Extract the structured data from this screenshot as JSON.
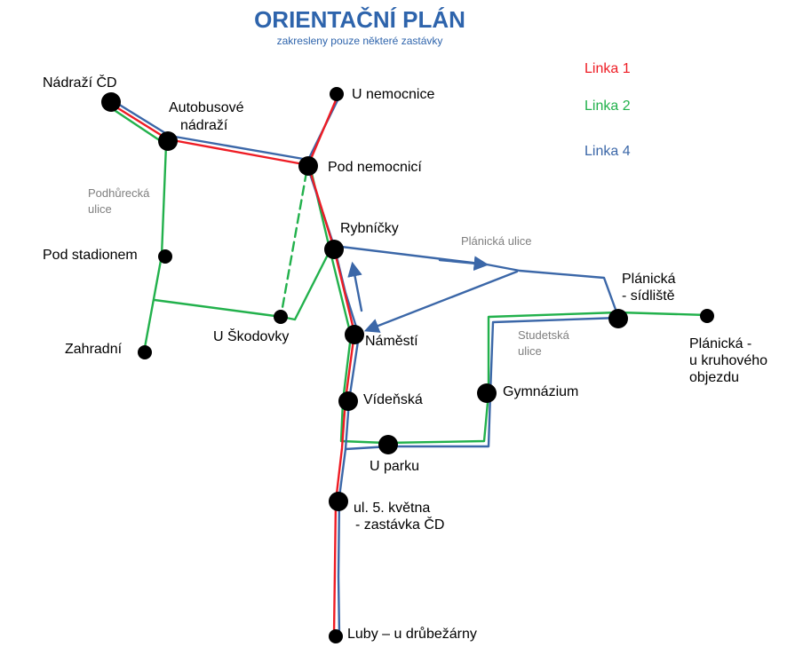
{
  "header": {
    "title": "ORIENTAČNÍ PLÁN",
    "subtitle": "zakresleny pouze některé zastávky"
  },
  "colors": {
    "linka1": "#ee1c24",
    "linka2": "#22b14c",
    "linka4": "#3b67a8",
    "title": "#2e64ac",
    "street_label": "#7f7f7f",
    "stop": "#000000"
  },
  "legend": {
    "linka1": "Linka 1",
    "linka2": "Linka 2",
    "linka4": "Linka 4"
  },
  "stops": {
    "nadrazi_cd": "Nádraží ČD",
    "autobusove_nadrazi": [
      "Autobusové",
      "nádraží"
    ],
    "u_nemocnice": "U nemocnice",
    "pod_nemocnici": "Pod nemocnicí",
    "rybnicky": "Rybníčky",
    "pod_stadionem": "Pod stadionem",
    "zahradni": "Zahradní",
    "u_skodovky": "U Škodovky",
    "namesti": "Náměstí",
    "videnska": "Vídeňská",
    "u_parku": "U parku",
    "gymnazium": "Gymnázium",
    "planicka_sidliste": [
      "Plánická",
      "- sídliště"
    ],
    "planicka_kruhovy": [
      "Plánická -",
      "u kruhového",
      "objezdu"
    ],
    "ul_5_kvetna": [
      "ul. 5. května",
      "- zastávka ČD"
    ],
    "luby": "Luby – u drůbežárny"
  },
  "streets": {
    "podhurecka": [
      "Podhůrecká",
      "ulice"
    ],
    "planicka": "Plánická ulice",
    "studetska": [
      "Studetská",
      "ulice"
    ]
  }
}
